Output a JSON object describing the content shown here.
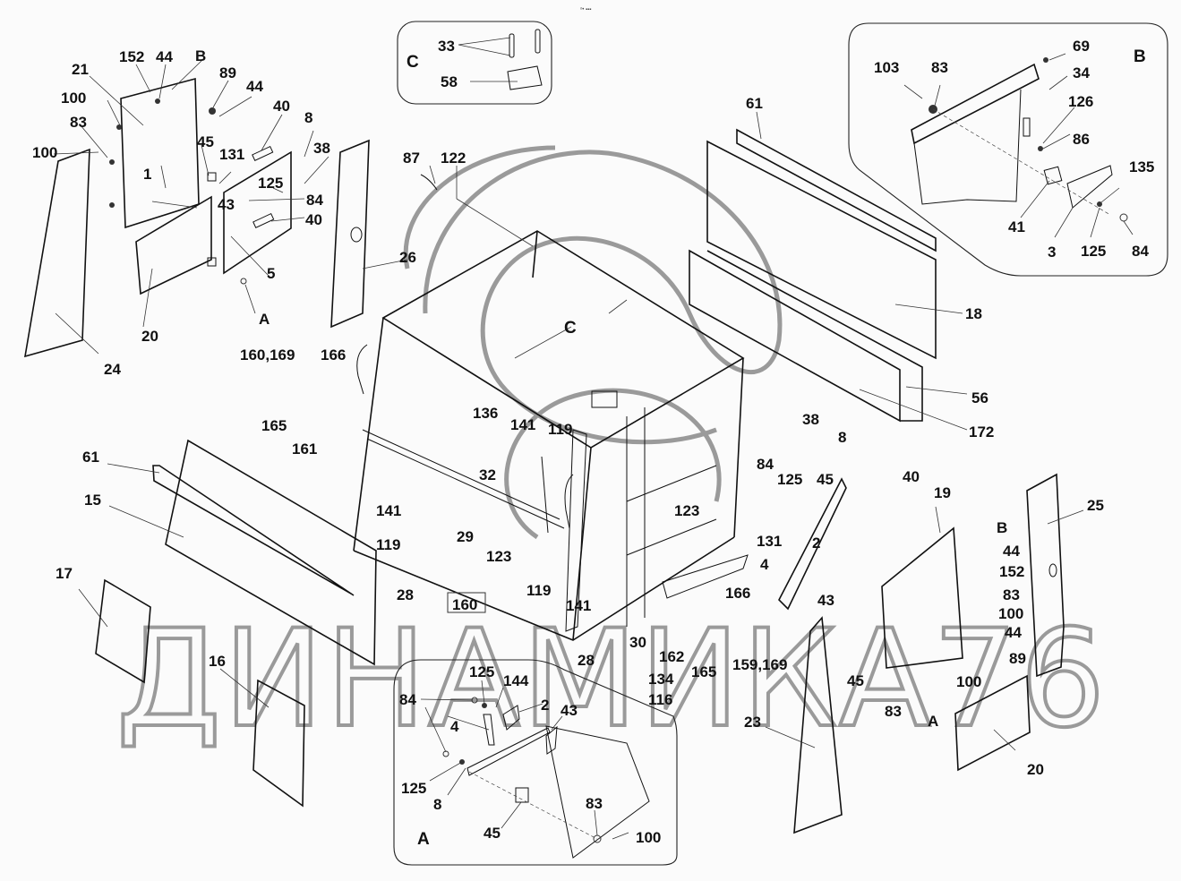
{
  "diagram": {
    "title_marker": "ᵒ• ▪▪▪",
    "watermark": "ДИНАМИКА76",
    "insets": [
      {
        "id": "C",
        "title": "C",
        "labels": [
          "33",
          "58"
        ]
      },
      {
        "id": "B",
        "title": "B",
        "labels": [
          "69",
          "34",
          "103",
          "83",
          "126",
          "86",
          "135",
          "41",
          "3",
          "125",
          "84"
        ]
      },
      {
        "id": "A",
        "title": "A",
        "labels": [
          "125",
          "144",
          "84",
          "2",
          "43",
          "4",
          "125",
          "8",
          "83",
          "45",
          "100"
        ]
      }
    ],
    "labels": {
      "l152a": "152",
      "l44a": "44",
      "lBa": "B",
      "l21": "21",
      "l100a": "100",
      "l83a": "83",
      "l89a": "89",
      "l44b": "44",
      "l40a": "40",
      "l8a": "8",
      "l38a": "38",
      "l100b": "100",
      "l45a": "45",
      "l131a": "131",
      "l1": "1",
      "l125a": "125",
      "l84a": "84",
      "l43a": "43",
      "l40b": "40",
      "l5": "5",
      "l26": "26",
      "lAa": "A",
      "l20a": "20",
      "l24": "24",
      "l87": "87",
      "l122": "122",
      "l61a": "61",
      "l18": "18",
      "l56": "56",
      "l172": "172",
      "lCmain": "C",
      "l160169": "160,169",
      "l166a": "166",
      "l165a": "165",
      "l161": "161",
      "l136": "136",
      "l141a": "141",
      "l119a": "119",
      "l32": "32",
      "l141b": "141",
      "l119b": "119",
      "l29": "29",
      "l123a": "123",
      "l28a": "28",
      "l160": "160",
      "l119c": "119",
      "l141c": "141",
      "l28b": "28",
      "l30": "30",
      "l123b": "123",
      "l61b": "61",
      "l15": "15",
      "l17": "17",
      "l16": "16",
      "l38b": "38",
      "l8b": "8",
      "l84b": "84",
      "l125b": "125",
      "l45b": "45",
      "l40c": "40",
      "l19": "19",
      "l25": "25",
      "l131b": "131",
      "l2a": "2",
      "l4a": "4",
      "lBb": "B",
      "l44c": "44",
      "l152b": "152",
      "l166b": "166",
      "l43b": "43",
      "l83b": "83",
      "l100c": "100",
      "l44d": "44",
      "l89b": "89",
      "l162": "162",
      "l165b": "165",
      "l159169": "159,169",
      "l134": "134",
      "l116": "116",
      "l45c": "45",
      "l23": "23",
      "l83c": "83",
      "l100d": "100",
      "lAb": "A",
      "l20b": "20",
      "c33": "33",
      "c58": "58",
      "cC": "C",
      "b69": "69",
      "bB": "B",
      "b103": "103",
      "b83": "83",
      "b34": "34",
      "b126": "126",
      "b86": "86",
      "b135": "135",
      "b41": "41",
      "b3": "3",
      "b125": "125",
      "b84": "84",
      "a125a": "125",
      "a144": "144",
      "a84": "84",
      "a2": "2",
      "a43": "43",
      "a4": "4",
      "a125b": "125",
      "a8": "8",
      "a83": "83",
      "a45": "45",
      "a100": "100",
      "aA": "A"
    }
  }
}
